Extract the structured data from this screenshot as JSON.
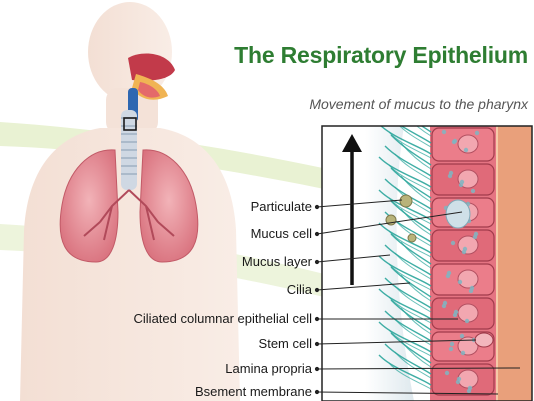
{
  "title": "The Respiratory Epithelium",
  "subtitle": "Movement of mucus to the pharynx",
  "labels": [
    "Particulate",
    "Mucus cell",
    "Mucus layer",
    "Cilia",
    "Ciliated columnar epithelial cell",
    "Stem cell",
    "Lamina propria",
    "Bsement membrane"
  ],
  "colors": {
    "title": "#2e7d32",
    "cilia": "#2aa59b",
    "epithelium": "#e7727f",
    "lamina": "#e9a07b",
    "band": "#e4efc8"
  }
}
